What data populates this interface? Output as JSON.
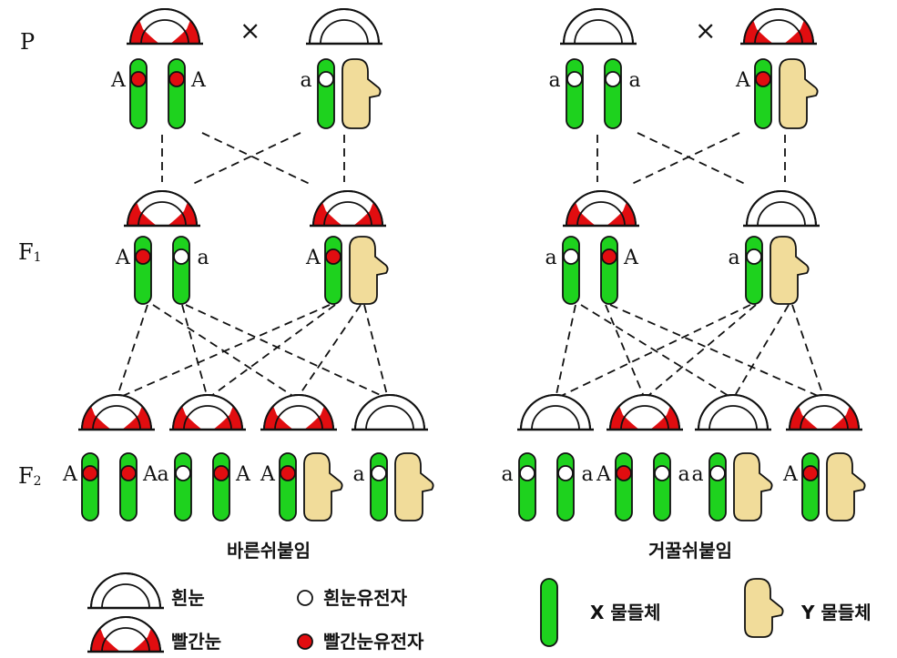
{
  "generations": {
    "p": "P",
    "f1": "F1",
    "f2": "F2",
    "cross": "×"
  },
  "alleles": {
    "dominant": "A",
    "recessive": "a"
  },
  "captions": {
    "left": "바른쉬붙임",
    "right": "거꿀쉬붙임"
  },
  "legend": {
    "white_eye": "흰눈",
    "red_eye": "빨간눈",
    "white_gene": "흰눈유전자",
    "red_gene": "빨간눈유전자",
    "x_chromosome": "X 물들체",
    "y_chromosome": "Y 물들체"
  },
  "colors": {
    "red": "#e10d10",
    "green": "#1ed21e",
    "y_chrom": "#f1dc9a",
    "outline": "#111111",
    "white": "#ffffff"
  },
  "icons": {
    "eye": "semicircle-eye-icon",
    "x": "x-chromosome-icon",
    "y": "y-chromosome-icon",
    "gene": "gene-dot-icon"
  }
}
